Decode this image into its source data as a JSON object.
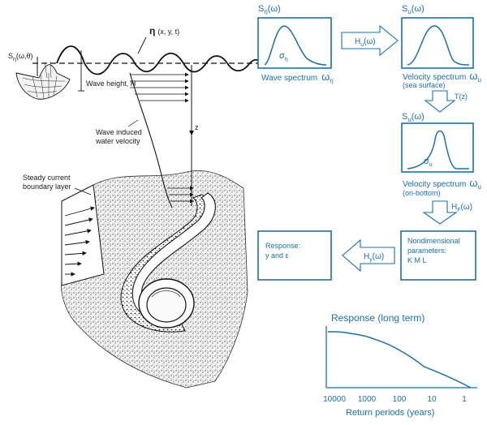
{
  "left": {
    "s_eta_label": "S",
    "s_eta_sub": "η",
    "s_eta_args": "(ω,θ)",
    "eta_label": "η",
    "eta_args": "(x, y, t)",
    "wave_height": "Wave height, H",
    "z_label": "z",
    "wave_induced_1": "Wave induced",
    "wave_induced_2": "water velocity",
    "steady_1": "Steady current",
    "steady_2": "boundary layer"
  },
  "flow": {
    "box1_title": "S",
    "box1_sub": "η",
    "box1_arg": "(ω)",
    "box1_sigma": "σ",
    "box1_sigma_sub": "η",
    "cap1_text": "Wave spectrum",
    "cap1_omega": "ω",
    "cap1_omega_sub": "η",
    "arrow_hu": "H",
    "arrow_hu_sub": "u",
    "arrow_hu_arg": "(ω)",
    "box2_title": "S",
    "box2_sub": "u",
    "box2_arg": "(ω)",
    "cap2_line1": "Velocity spectrum",
    "cap2_omega": "ω",
    "cap2_omega_sub": "u",
    "cap2_line2": "(sea surface)",
    "arrow_tz": "T(z)",
    "box3_title": "S",
    "box3_sub": "u",
    "box3_arg": "(ω)",
    "box3_sigma": "σ",
    "box3_sigma_sub": "u",
    "cap3_line1": "Velocity spectrum",
    "cap3_omega": "ω",
    "cap3_omega_sub": "u",
    "cap3_line2": "(on-bottom)",
    "arrow_hf": "H",
    "arrow_hf_sub": "F",
    "arrow_hf_arg": "(ω)",
    "nondim_1": "Nondimensional",
    "nondim_2": "parameters:",
    "nondim_3": "K M L",
    "arrow_hy": "H",
    "arrow_hy_sub": "y",
    "arrow_hy_arg": "(ω)",
    "resp_1": "Response:",
    "resp_2": "y and  ε"
  },
  "chart_data": {
    "type": "line",
    "title": "Response (long term)",
    "xlabel": "Return periods (years)",
    "ylabel": "",
    "categories": [
      "10000",
      "1000",
      "100",
      "10",
      "1"
    ],
    "series": [
      {
        "values": [
          0.93,
          0.9,
          0.8,
          0.62,
          0.35,
          0.0
        ]
      }
    ]
  },
  "colors": {
    "accent": "#1b6fae",
    "ink": "#111111"
  }
}
